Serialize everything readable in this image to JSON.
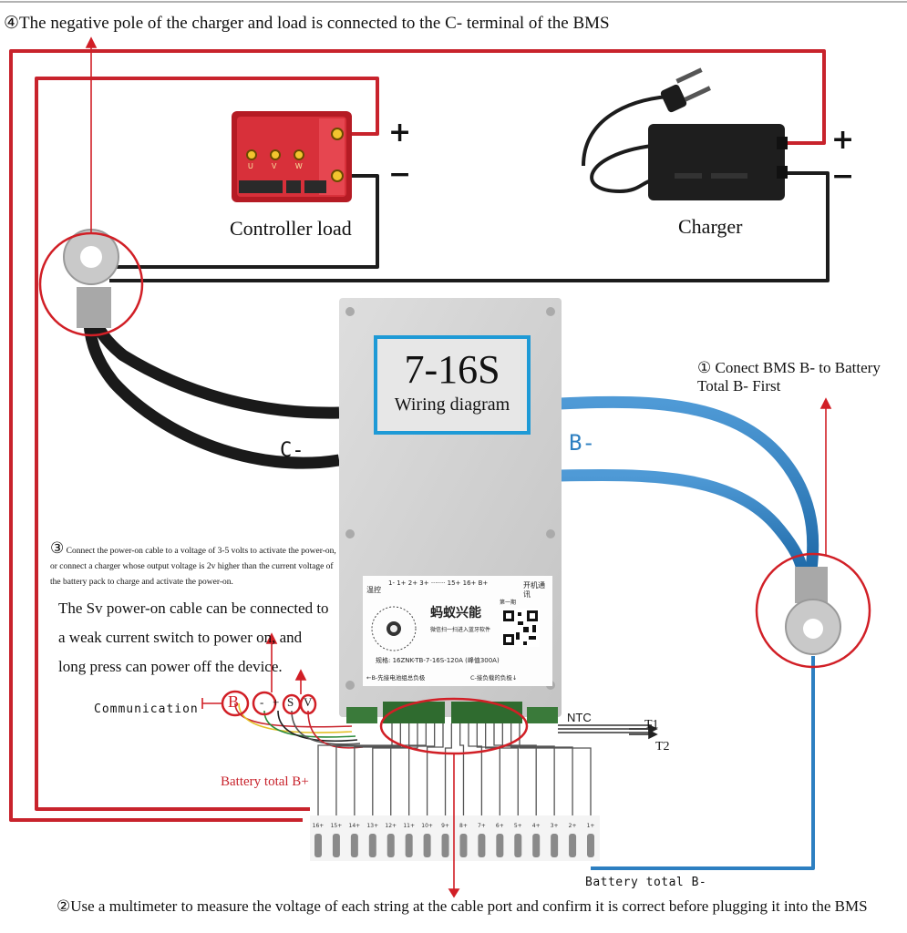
{
  "notes": {
    "step4": "④The negative pole of the charger and load is connected to the C- terminal of the BMS",
    "step1_num": "①",
    "step1": "Conect BMS B- to Battery Total B- First",
    "step3_num": "③",
    "step3_small": "Connect the power-on cable to a voltage of 3-5 volts to activate the power-on, or connect a charger whose output voltage is 2v higher than the current voltage of the battery pack to charge and activate the power-on.",
    "step3_big": "The Sv power-on cable can be connected to a weak current switch to power on, and long press can power off the device.",
    "step2": "②Use a multimeter to measure the voltage of each string at the cable port and confirm it is correct before plugging it into the BMS"
  },
  "labels": {
    "controller_load": "Controller load",
    "charger": "Charger",
    "c_minus": "C-",
    "b_minus": "B-",
    "communication": "Communication",
    "ntc": "NTC",
    "t1": "T1",
    "t2": "T2",
    "battery_total_bplus": "Battery total B+",
    "battery_total_bminus": "Battery total B-",
    "plus": "+",
    "minus": "−",
    "controller_phase_u": "U",
    "controller_phase_v": "V",
    "controller_phase_w": "W",
    "comm_pins": "B",
    "power_pins_minus": "-",
    "power_pins_plus": "+",
    "power_pins_s": "S",
    "power_pins_v": "V"
  },
  "bms": {
    "title": "7-16S",
    "subtitle": "Wiring diagram",
    "plate": {
      "temp_label": "温控",
      "pin_row": "1- 1+ 2+ 3+ ······· 15+ 16+ B+",
      "switch_label": "开机通讯",
      "brand": "蚂蚁兴能",
      "scan_text": "微信扫一扫进入蓝牙软件",
      "spec": "规格: 16ZNK-TB-7-16S-120A (峰值300A)",
      "wiring_note_left": "←B-先接电池组总负极",
      "wiring_note_right": "C-接负载的负极↓",
      "corner_label": "第一期"
    }
  },
  "cells": [
    "16+",
    "15+",
    "14+",
    "13+",
    "12+",
    "11+",
    "10+",
    "9+",
    "8+",
    "7+",
    "6+",
    "5+",
    "4+",
    "3+",
    "2+",
    "1+"
  ],
  "colors": {
    "red_wire": "#c8232c",
    "black_wire": "#1c1c1c",
    "blue_wire": "#2d7fc1",
    "highlight_box": "#1e9ad6",
    "annotation_circle": "#d11f26"
  }
}
